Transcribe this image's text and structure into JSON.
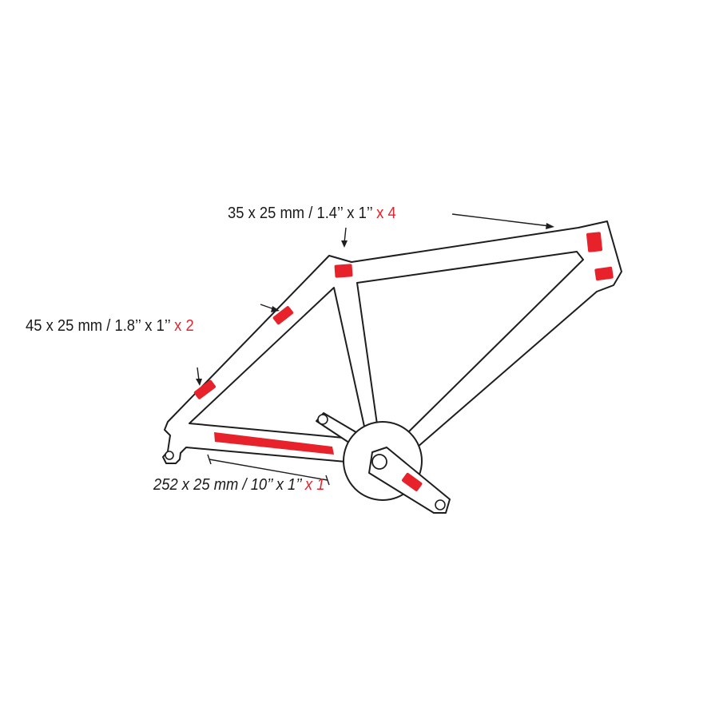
{
  "labels": {
    "top": {
      "size": "35 x 25 mm / 1.4’’ x 1’’",
      "qty": "x 4"
    },
    "left": {
      "size": "45 x 25 mm / 1.8’’ x 1’’",
      "qty": "x 2"
    },
    "bottom": {
      "size": "252 x 25 mm / 10’’ x 1’’",
      "qty": "x 1"
    }
  },
  "colors": {
    "sticker": "#e8222b",
    "outline": "#1e1e1e",
    "background": "#ffffff"
  }
}
